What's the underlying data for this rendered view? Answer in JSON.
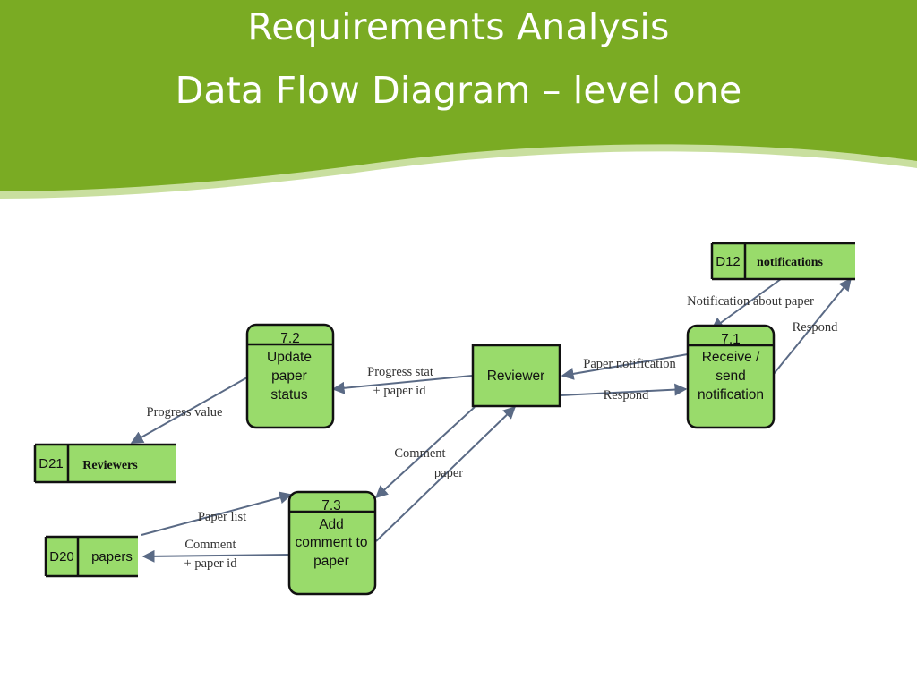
{
  "slide": {
    "title_line_1": "Requirements Analysis",
    "title_line_2": "Data Flow Diagram – level one",
    "colors": {
      "banner": "#7aab23",
      "box_fill": "#99db6b",
      "stroke": "#111111",
      "arrow": "#5a6a85"
    }
  },
  "diagram": {
    "processes": {
      "p72": {
        "id": "7.2",
        "line1": "Update",
        "line2": "paper",
        "line3": "status"
      },
      "p71": {
        "id": "7.1",
        "line1": "Receive /",
        "line2": "send",
        "line3": "notification"
      },
      "p73": {
        "id": "7.3",
        "line1": "Add",
        "line2": "comment to",
        "line3": "paper"
      }
    },
    "external": {
      "reviewer": "Reviewer"
    },
    "stores": {
      "d12": {
        "id": "D12",
        "name": "notifications"
      },
      "d21": {
        "id": "D21",
        "name": "Reviewers"
      },
      "d20": {
        "id": "D20",
        "name": "papers"
      }
    },
    "flows": {
      "notification_about_paper": "Notification about paper",
      "respond_top": "Respond",
      "paper_notification": "Paper notification",
      "respond_mid": "Respond",
      "progress_stat_1": "Progress stat",
      "progress_stat_2": "+ paper id",
      "progress_value": "Progress value",
      "comment": "Comment",
      "paper": "paper",
      "paper_list": "Paper list",
      "comment_paper_id_1": "Comment",
      "comment_paper_id_2": "+ paper id"
    }
  }
}
